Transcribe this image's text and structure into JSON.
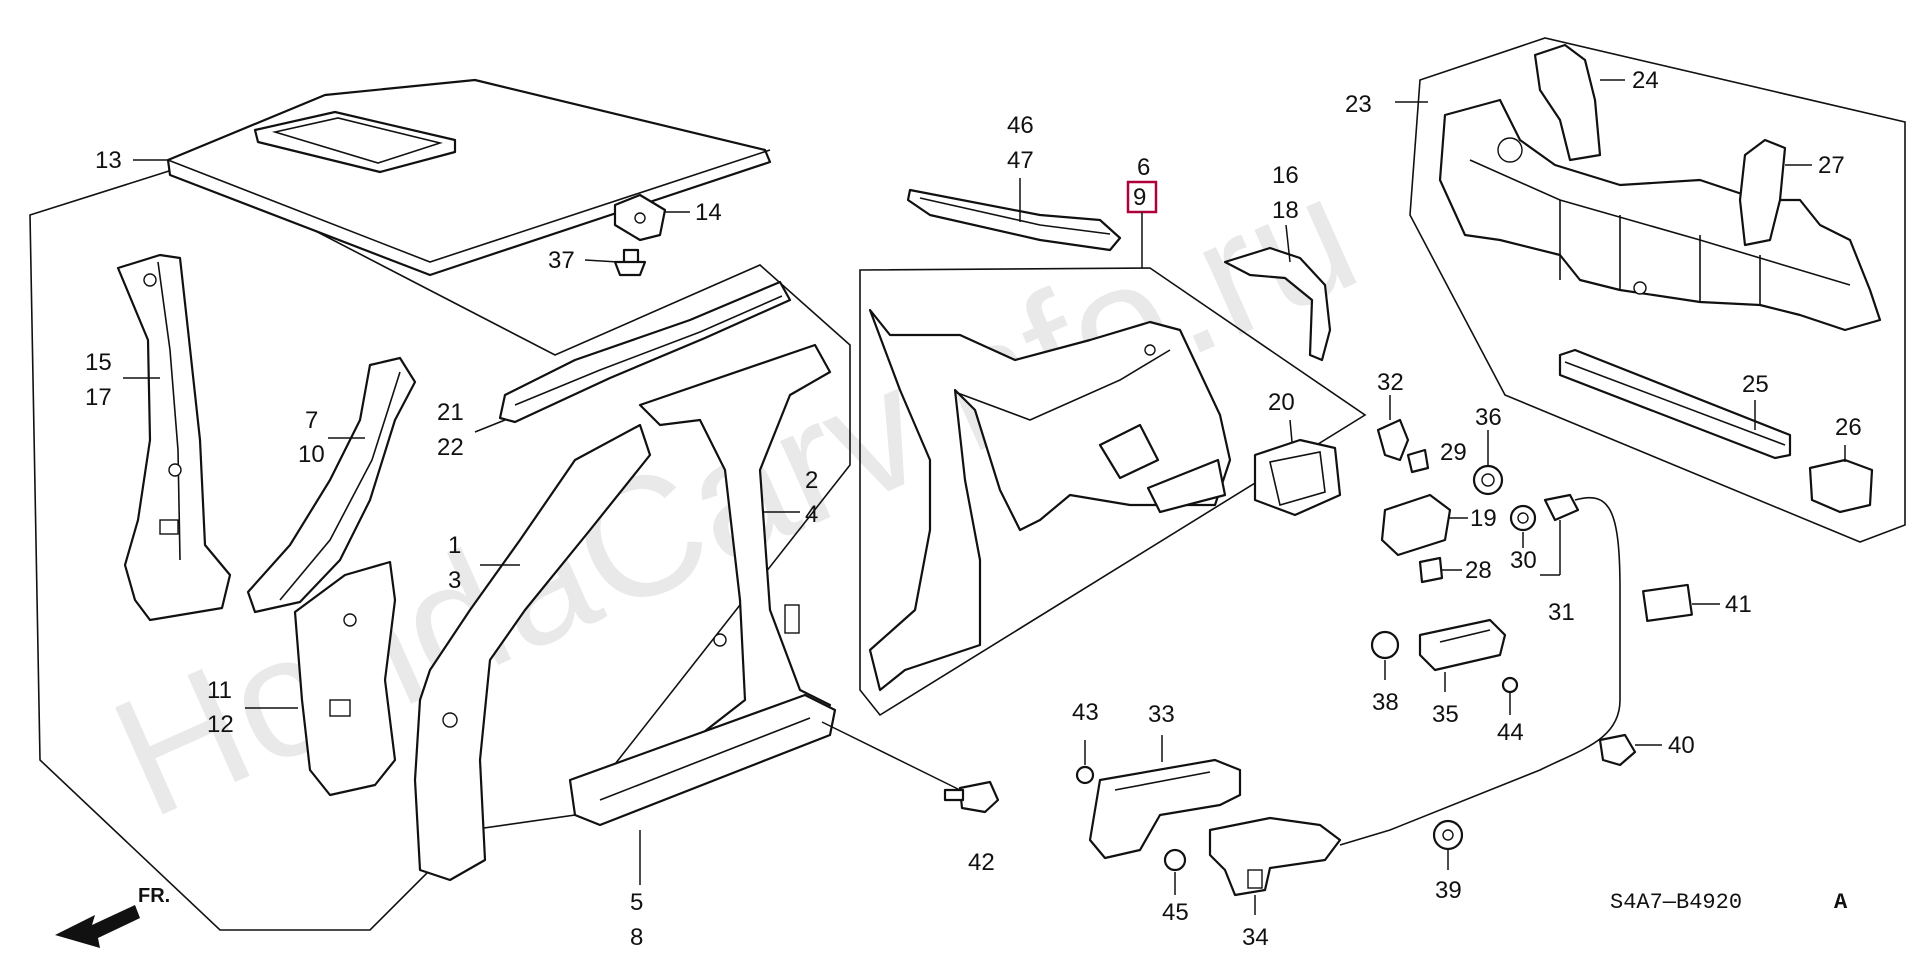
{
  "watermark": "HondaCarvinfo.ru",
  "diagram_code": "S4A7—B4920",
  "diagram_rev": "A",
  "direction_label": "FR.",
  "highlight_color": "#b0003a",
  "callouts": {
    "p13": "13",
    "p14": "14",
    "p37": "37",
    "p15": "15",
    "p17": "17",
    "p7": "7",
    "p10": "10",
    "p21": "21",
    "p22": "22",
    "p1": "1",
    "p3": "3",
    "p2": "2",
    "p4": "4",
    "p11": "11",
    "p12": "12",
    "p5": "5",
    "p8": "8",
    "p46": "46",
    "p47": "47",
    "p6": "6",
    "p9": "9",
    "p16": "16",
    "p18": "18",
    "p20": "20",
    "p23": "23",
    "p24": "24",
    "p27": "27",
    "p25": "25",
    "p26": "26",
    "p32": "32",
    "p36": "36",
    "p29": "29",
    "p19": "19",
    "p30": "30",
    "p28": "28",
    "p31": "31",
    "p41": "41",
    "p38": "38",
    "p35": "35",
    "p44": "44",
    "p40": "40",
    "p43": "43",
    "p33": "33",
    "p42": "42",
    "p45": "45",
    "p34": "34",
    "p39": "39"
  }
}
